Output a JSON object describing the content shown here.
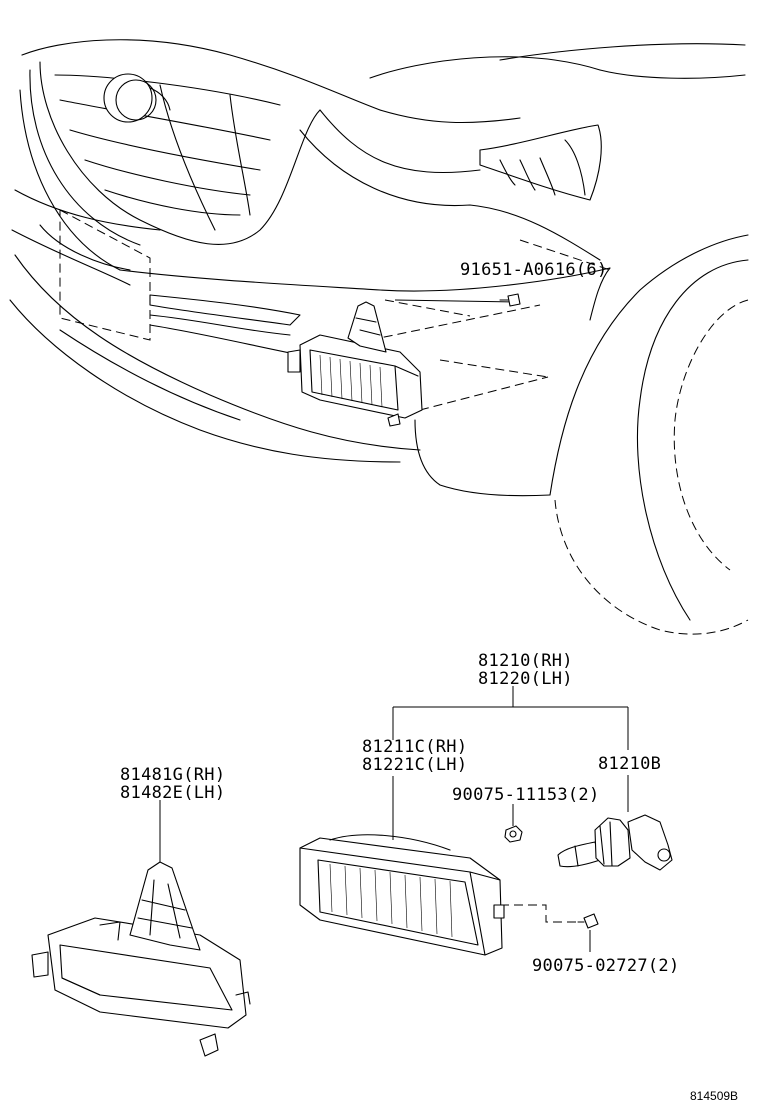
{
  "labels": {
    "bolt_top": "91651-A0616(6)",
    "fog_assy_rh": "81210(RH)",
    "fog_assy_lh": "81220(LH)",
    "lens_rh": "81211C(RH)",
    "lens_lh": "81221C(LH)",
    "bulb": "81210B",
    "nut": "90075-11153(2)",
    "screw": "90075-02727(2)",
    "cover_rh": "81481G(RH)",
    "cover_lh": "81482E(LH)"
  },
  "reference": "814509B"
}
